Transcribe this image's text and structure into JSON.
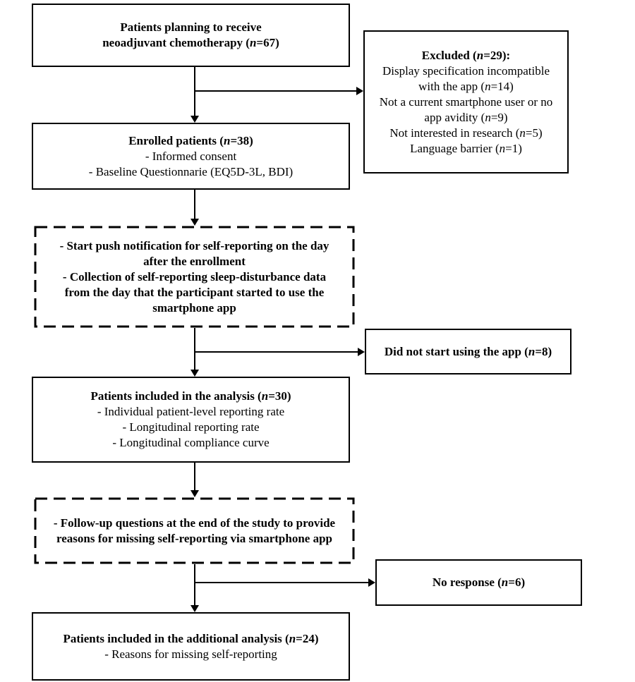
{
  "flowchart": {
    "colors": {
      "line": "#000000",
      "background": "#ffffff",
      "text": "#000000"
    },
    "boxes": {
      "planning": {
        "lines": [
          {
            "text": "Patients planning to receive",
            "bold": true
          },
          {
            "text": "neoadjuvant chemotherapy (*n*=67)",
            "bold": true
          }
        ]
      },
      "excluded": {
        "lines": [
          {
            "text": "Excluded (*n*=29):",
            "bold": true
          },
          {
            "text": "Display specification incompatible",
            "bold": false
          },
          {
            "text": "with the app (*n*=14)",
            "bold": false
          },
          {
            "text": "Not a current smartphone user or no",
            "bold": false
          },
          {
            "text": "app avidity (*n*=9)",
            "bold": false
          },
          {
            "text": "Not interested in research (*n*=5)",
            "bold": false
          },
          {
            "text": "Language barrier (*n*=1)",
            "bold": false
          }
        ]
      },
      "enrolled": {
        "lines": [
          {
            "text": "Enrolled patients (*n*=38)",
            "bold": true
          },
          {
            "text": "- Informed consent",
            "bold": false
          },
          {
            "text": "- Baseline Questionnarie (EQ5D-3L, BDI)",
            "bold": false
          }
        ]
      },
      "self_reporting_protocol": {
        "lines": [
          {
            "text": "- Start push notification for self-reporting on the day",
            "bold": true
          },
          {
            "text": "after the enrollment",
            "bold": true
          },
          {
            "text": "- Collection of self-reporting sleep-disturbance data",
            "bold": true
          },
          {
            "text": "from the day that the participant started to use the",
            "bold": true
          },
          {
            "text": "smartphone app",
            "bold": true
          }
        ]
      },
      "did_not_start": {
        "lines": [
          {
            "text": "Did not start using the app (*n*=8)",
            "bold": true
          }
        ]
      },
      "analysis": {
        "lines": [
          {
            "text": "Patients included in the analysis (*n*=30)",
            "bold": true
          },
          {
            "text": "- Individual patient-level reporting rate",
            "bold": false
          },
          {
            "text": "- Longitudinal reporting rate",
            "bold": false
          },
          {
            "text": "- Longitudinal compliance curve",
            "bold": false
          }
        ]
      },
      "follow_up": {
        "lines": [
          {
            "text": "- Follow-up questions at the end of the study to provide",
            "bold": true
          },
          {
            "text": "reasons for missing self-reporting via smartphone app",
            "bold": true
          }
        ]
      },
      "no_response": {
        "lines": [
          {
            "text": "No response (*n*=6)",
            "bold": true
          }
        ]
      },
      "additional_analysis": {
        "lines": [
          {
            "text": "Patients included in the additional analysis (*n*=24)",
            "bold": true
          },
          {
            "text": "- Reasons for missing self-reporting",
            "bold": false
          }
        ]
      }
    }
  }
}
